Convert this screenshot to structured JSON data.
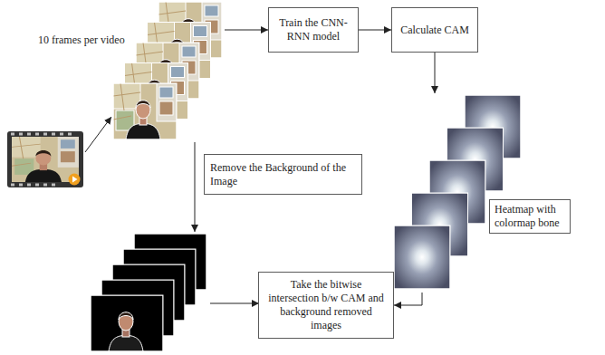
{
  "diagram": {
    "nodes": [
      {
        "text": [
          "10 frames per video"
        ]
      },
      {
        "text": [
          "Train the CNN-RNN model"
        ]
      },
      {
        "text": [
          "Calculate CAM"
        ]
      },
      {
        "text": [
          "Heatmap with colormap bone"
        ]
      },
      {
        "text": [
          "Remove the Background of the Image"
        ]
      },
      {
        "text": [
          "Take the bitwise intersection b/w CAM and background removed images"
        ]
      }
    ],
    "edges": [
      {
        "from": 0,
        "to": 1,
        "arrow": "to"
      },
      {
        "from": 1,
        "to": 2,
        "arrow": "to"
      },
      {
        "from": 2,
        "to": 3,
        "arrow": "to"
      },
      {
        "from": 3,
        "to": 5,
        "arrow": "to"
      }
    ]
  }
}
